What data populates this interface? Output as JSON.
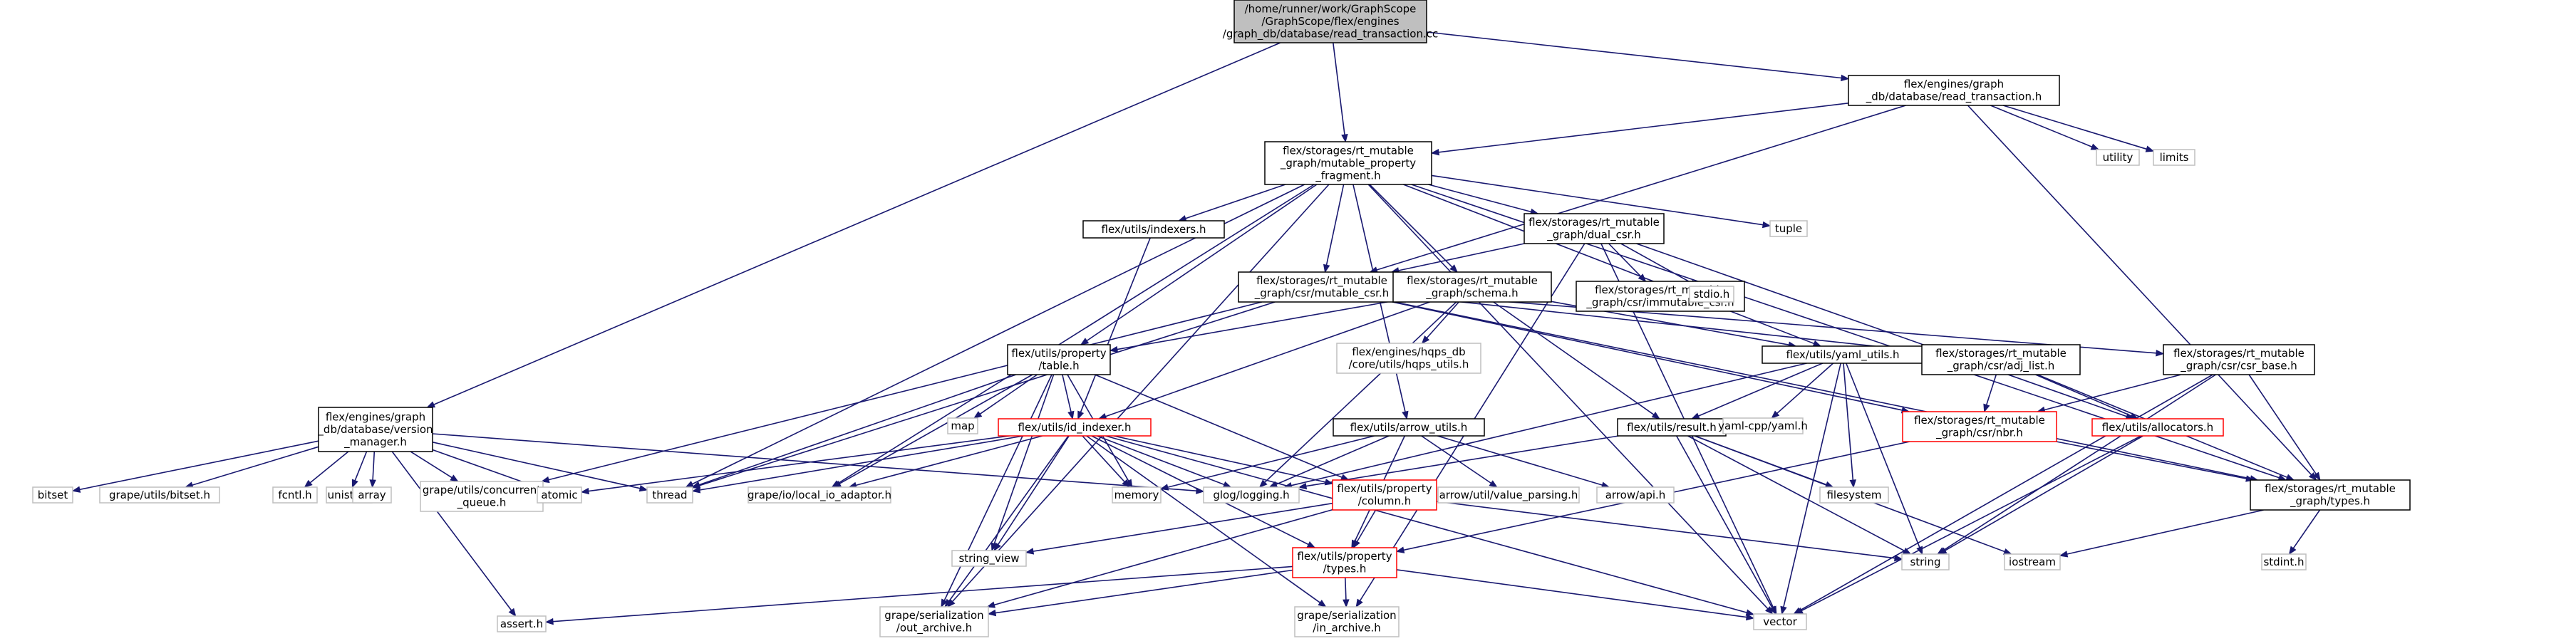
{
  "graph": {
    "style": {
      "edge_color": "#191970",
      "normal_border": "#000000",
      "missing_border": "#bfbfbf",
      "red_border": "#ff0000",
      "root_fill": "#bfbfbf",
      "fill": "#ffffff",
      "text": "#000000"
    },
    "nodes": [
      {
        "id": "root",
        "lines": [
          "/home/runner/work/GraphScope",
          "/GraphScope/flex/engines",
          "/graph_db/database/read_transaction.cc"
        ],
        "kind": "root"
      },
      {
        "id": "rt_h",
        "lines": [
          "flex/engines/graph",
          "_db/database/read_transaction.h"
        ],
        "kind": "normal"
      },
      {
        "id": "mpf",
        "lines": [
          "flex/storages/rt_mutable",
          "_graph/mutable_property",
          "_fragment.h"
        ],
        "kind": "normal"
      },
      {
        "id": "utility",
        "lines": [
          "utility"
        ],
        "kind": "missing"
      },
      {
        "id": "limits",
        "lines": [
          "limits"
        ],
        "kind": "missing"
      },
      {
        "id": "tuple",
        "lines": [
          "tuple"
        ],
        "kind": "missing"
      },
      {
        "id": "indexers",
        "lines": [
          "flex/utils/indexers.h"
        ],
        "kind": "normal"
      },
      {
        "id": "dual_csr",
        "lines": [
          "flex/storages/rt_mutable",
          "_graph/dual_csr.h"
        ],
        "kind": "normal"
      },
      {
        "id": "immutable_csr",
        "lines": [
          "flex/storages/rt_mutable",
          "_graph/csr/immutable_csr.h"
        ],
        "kind": "normal"
      },
      {
        "id": "stdio",
        "lines": [
          "stdio.h"
        ],
        "kind": "missing"
      },
      {
        "id": "mutable_csr",
        "lines": [
          "flex/storages/rt_mutable",
          "_graph/csr/mutable_csr.h"
        ],
        "kind": "normal"
      },
      {
        "id": "schema",
        "lines": [
          "flex/storages/rt_mutable",
          "_graph/schema.h"
        ],
        "kind": "normal"
      },
      {
        "id": "hqps",
        "lines": [
          "flex/engines/hqps_db",
          "/core/utils/hqps_utils.h"
        ],
        "kind": "missing"
      },
      {
        "id": "table",
        "lines": [
          "flex/utils/property",
          "/table.h"
        ],
        "kind": "normal"
      },
      {
        "id": "yaml_utils",
        "lines": [
          "flex/utils/yaml_utils.h"
        ],
        "kind": "normal"
      },
      {
        "id": "adj_list",
        "lines": [
          "flex/storages/rt_mutable",
          "_graph/csr/adj_list.h"
        ],
        "kind": "normal"
      },
      {
        "id": "csr_base",
        "lines": [
          "flex/storages/rt_mutable",
          "_graph/csr/csr_base.h"
        ],
        "kind": "normal"
      },
      {
        "id": "version_mgr",
        "lines": [
          "flex/engines/graph",
          "_db/database/version",
          "_manager.h"
        ],
        "kind": "normal"
      },
      {
        "id": "map",
        "lines": [
          "map"
        ],
        "kind": "missing"
      },
      {
        "id": "id_indexer",
        "lines": [
          "flex/utils/id_indexer.h"
        ],
        "kind": "red"
      },
      {
        "id": "arrow_utils",
        "lines": [
          "flex/utils/arrow_utils.h"
        ],
        "kind": "normal"
      },
      {
        "id": "result",
        "lines": [
          "flex/utils/result.h"
        ],
        "kind": "normal"
      },
      {
        "id": "yaml_cpp",
        "lines": [
          "yaml-cpp/yaml.h"
        ],
        "kind": "missing"
      },
      {
        "id": "nbr",
        "lines": [
          "flex/storages/rt_mutable",
          "_graph/csr/nbr.h"
        ],
        "kind": "red"
      },
      {
        "id": "allocators",
        "lines": [
          "flex/utils/allocators.h"
        ],
        "kind": "red"
      },
      {
        "id": "bitset",
        "lines": [
          "bitset"
        ],
        "kind": "missing"
      },
      {
        "id": "grape_bitset",
        "lines": [
          "grape/utils/bitset.h"
        ],
        "kind": "missing"
      },
      {
        "id": "fcntl",
        "lines": [
          "fcntl.h"
        ],
        "kind": "missing"
      },
      {
        "id": "unistd",
        "lines": [
          "unistd.h"
        ],
        "kind": "missing"
      },
      {
        "id": "array",
        "lines": [
          "array"
        ],
        "kind": "missing"
      },
      {
        "id": "cqueue",
        "lines": [
          "grape/utils/concurrent",
          "_queue.h"
        ],
        "kind": "missing"
      },
      {
        "id": "atomic",
        "lines": [
          "atomic"
        ],
        "kind": "missing"
      },
      {
        "id": "thread",
        "lines": [
          "thread"
        ],
        "kind": "missing"
      },
      {
        "id": "local_io",
        "lines": [
          "grape/io/local_io_adaptor.h"
        ],
        "kind": "missing"
      },
      {
        "id": "memory",
        "lines": [
          "memory"
        ],
        "kind": "missing"
      },
      {
        "id": "glog",
        "lines": [
          "glog/logging.h"
        ],
        "kind": "missing"
      },
      {
        "id": "column",
        "lines": [
          "flex/utils/property",
          "/column.h"
        ],
        "kind": "red"
      },
      {
        "id": "value_parsing",
        "lines": [
          "arrow/util/value_parsing.h"
        ],
        "kind": "missing"
      },
      {
        "id": "arrow_api",
        "lines": [
          "arrow/api.h"
        ],
        "kind": "missing"
      },
      {
        "id": "filesystem",
        "lines": [
          "filesystem"
        ],
        "kind": "missing"
      },
      {
        "id": "types_h",
        "lines": [
          "flex/storages/rt_mutable",
          "_graph/types.h"
        ],
        "kind": "normal"
      },
      {
        "id": "string_view",
        "lines": [
          "string_view"
        ],
        "kind": "missing"
      },
      {
        "id": "prop_types",
        "lines": [
          "flex/utils/property",
          "/types.h"
        ],
        "kind": "red"
      },
      {
        "id": "string",
        "lines": [
          "string"
        ],
        "kind": "missing"
      },
      {
        "id": "iostream",
        "lines": [
          "iostream"
        ],
        "kind": "missing"
      },
      {
        "id": "stdint",
        "lines": [
          "stdint.h"
        ],
        "kind": "missing"
      },
      {
        "id": "assert",
        "lines": [
          "assert.h"
        ],
        "kind": "missing"
      },
      {
        "id": "out_archive",
        "lines": [
          "grape/serialization",
          "/out_archive.h"
        ],
        "kind": "missing"
      },
      {
        "id": "in_archive",
        "lines": [
          "grape/serialization",
          "/in_archive.h"
        ],
        "kind": "missing"
      },
      {
        "id": "vector",
        "lines": [
          "vector"
        ],
        "kind": "missing"
      }
    ],
    "edges": [
      [
        "root",
        "rt_h"
      ],
      [
        "root",
        "mpf"
      ],
      [
        "root",
        "version_mgr"
      ],
      [
        "rt_h",
        "mpf"
      ],
      [
        "rt_h",
        "mutable_csr"
      ],
      [
        "rt_h",
        "types_h"
      ],
      [
        "rt_h",
        "utility"
      ],
      [
        "rt_h",
        "limits"
      ],
      [
        "mpf",
        "tuple"
      ],
      [
        "mpf",
        "indexers"
      ],
      [
        "mpf",
        "dual_csr"
      ],
      [
        "mpf",
        "mutable_csr"
      ],
      [
        "mpf",
        "schema"
      ],
      [
        "mpf",
        "table"
      ],
      [
        "mpf",
        "yaml_utils"
      ],
      [
        "mpf",
        "arrow_utils"
      ],
      [
        "mpf",
        "thread"
      ],
      [
        "mpf",
        "local_io"
      ],
      [
        "mpf",
        "out_archive"
      ],
      [
        "mpf",
        "vector"
      ],
      [
        "mpf",
        "types_h"
      ],
      [
        "indexers",
        "id_indexer"
      ],
      [
        "dual_csr",
        "immutable_csr"
      ],
      [
        "dual_csr",
        "mutable_csr"
      ],
      [
        "dual_csr",
        "stdio"
      ],
      [
        "dual_csr",
        "allocators"
      ],
      [
        "dual_csr",
        "in_archive"
      ],
      [
        "dual_csr",
        "vector"
      ],
      [
        "mutable_csr",
        "adj_list"
      ],
      [
        "mutable_csr",
        "csr_base"
      ],
      [
        "mutable_csr",
        "cqueue"
      ],
      [
        "mutable_csr",
        "thread"
      ],
      [
        "mutable_csr",
        "nbr"
      ],
      [
        "mutable_csr",
        "types_h"
      ],
      [
        "schema",
        "hqps"
      ],
      [
        "schema",
        "table"
      ],
      [
        "schema",
        "yaml_utils"
      ],
      [
        "schema",
        "result"
      ],
      [
        "schema",
        "id_indexer"
      ],
      [
        "schema",
        "glog"
      ],
      [
        "table",
        "map"
      ],
      [
        "table",
        "id_indexer"
      ],
      [
        "table",
        "column"
      ],
      [
        "table",
        "memory"
      ],
      [
        "table",
        "string_view"
      ],
      [
        "table",
        "local_io"
      ],
      [
        "table",
        "thread"
      ],
      [
        "table",
        "out_archive"
      ],
      [
        "yaml_utils",
        "yaml_cpp"
      ],
      [
        "yaml_utils",
        "result"
      ],
      [
        "yaml_utils",
        "filesystem"
      ],
      [
        "yaml_utils",
        "string"
      ],
      [
        "yaml_utils",
        "vector"
      ],
      [
        "yaml_utils",
        "glog"
      ],
      [
        "adj_list",
        "nbr"
      ],
      [
        "adj_list",
        "allocators"
      ],
      [
        "adj_list",
        "types_h"
      ],
      [
        "csr_base",
        "nbr"
      ],
      [
        "csr_base",
        "types_h"
      ],
      [
        "csr_base",
        "string"
      ],
      [
        "csr_base",
        "vector"
      ],
      [
        "version_mgr",
        "bitset"
      ],
      [
        "version_mgr",
        "grape_bitset"
      ],
      [
        "version_mgr",
        "fcntl"
      ],
      [
        "version_mgr",
        "unistd"
      ],
      [
        "version_mgr",
        "array"
      ],
      [
        "version_mgr",
        "cqueue"
      ],
      [
        "version_mgr",
        "atomic"
      ],
      [
        "version_mgr",
        "thread"
      ],
      [
        "version_mgr",
        "glog"
      ],
      [
        "version_mgr",
        "assert"
      ],
      [
        "id_indexer",
        "atomic"
      ],
      [
        "id_indexer",
        "thread"
      ],
      [
        "id_indexer",
        "local_io"
      ],
      [
        "id_indexer",
        "memory"
      ],
      [
        "id_indexer",
        "glog"
      ],
      [
        "id_indexer",
        "column"
      ],
      [
        "id_indexer",
        "string_view"
      ],
      [
        "id_indexer",
        "prop_types"
      ],
      [
        "id_indexer",
        "vector"
      ],
      [
        "id_indexer",
        "out_archive"
      ],
      [
        "id_indexer",
        "in_archive"
      ],
      [
        "arrow_utils",
        "memory"
      ],
      [
        "arrow_utils",
        "glog"
      ],
      [
        "arrow_utils",
        "value_parsing"
      ],
      [
        "arrow_utils",
        "arrow_api"
      ],
      [
        "arrow_utils",
        "prop_types"
      ],
      [
        "result",
        "glog"
      ],
      [
        "result",
        "filesystem"
      ],
      [
        "result",
        "string"
      ],
      [
        "result",
        "iostream"
      ],
      [
        "result",
        "vector"
      ],
      [
        "nbr",
        "prop_types"
      ],
      [
        "nbr",
        "types_h"
      ],
      [
        "allocators",
        "string"
      ],
      [
        "allocators",
        "vector"
      ],
      [
        "column",
        "string_view"
      ],
      [
        "column",
        "prop_types"
      ],
      [
        "column",
        "string"
      ],
      [
        "column",
        "out_archive"
      ],
      [
        "types_h",
        "stdint"
      ],
      [
        "types_h",
        "iostream"
      ],
      [
        "prop_types",
        "assert"
      ],
      [
        "prop_types",
        "out_archive"
      ],
      [
        "prop_types",
        "in_archive"
      ],
      [
        "prop_types",
        "vector"
      ]
    ]
  }
}
